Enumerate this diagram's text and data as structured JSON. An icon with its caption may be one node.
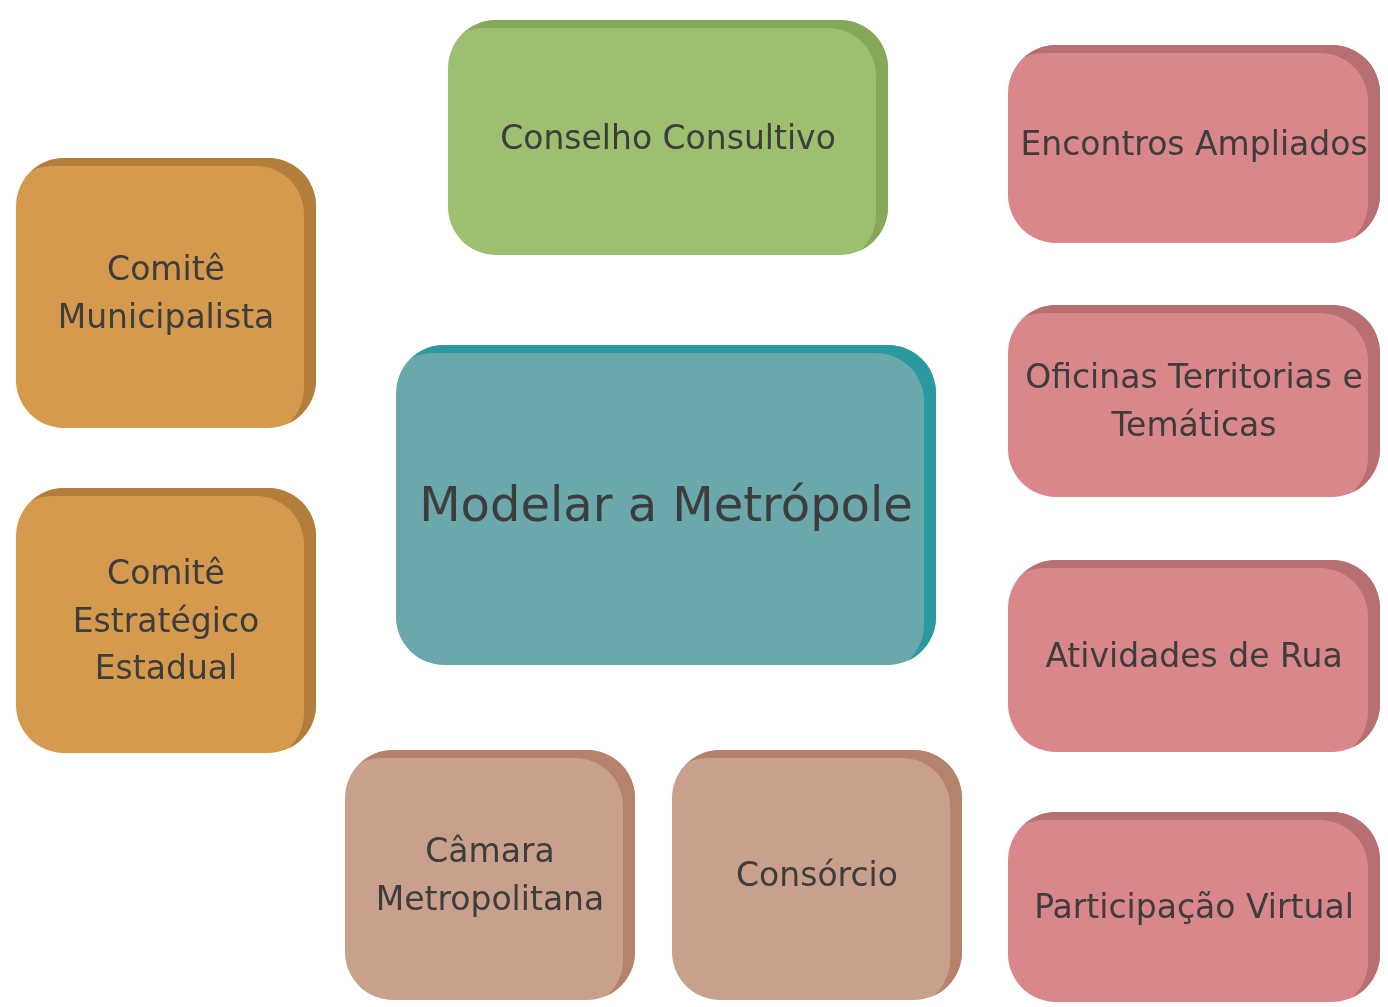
{
  "diagram": {
    "nodes": [
      {
        "text": [
          "Conselho Consultivo"
        ]
      },
      {
        "text": [
          "Encontros Ampliados"
        ]
      },
      {
        "text": [
          "Comitê Municipalista"
        ]
      },
      {
        "text": [
          "Oficinas Territorias e Temáticas"
        ]
      },
      {
        "text": [
          "Modelar a Metrópole"
        ]
      },
      {
        "text": [
          "Comitê Estratégico Estadual"
        ]
      },
      {
        "text": [
          "Atividades de Rua"
        ]
      },
      {
        "text": [
          "Câmara Metropolitana"
        ]
      },
      {
        "text": [
          "Consórcio"
        ]
      },
      {
        "text": [
          "Participação Virtual"
        ]
      }
    ]
  }
}
